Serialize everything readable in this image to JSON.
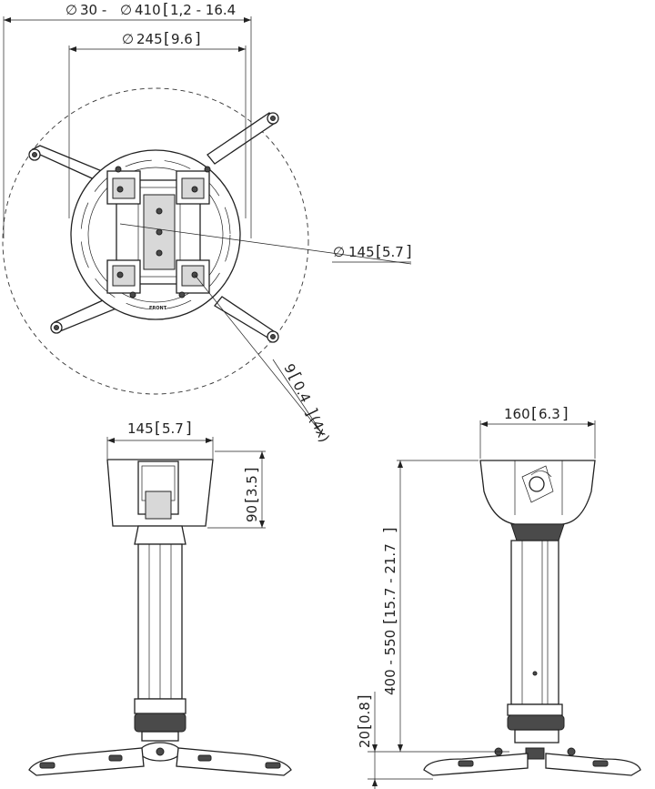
{
  "dimensions": {
    "top_outer_diameter": {
      "symbol": "∅",
      "value": "30 - ",
      "symbol2": "∅",
      "value2": "410",
      "alt": "1,2 - 16.4"
    },
    "top_plate_diameter": {
      "symbol": "∅",
      "value": "245",
      "alt": "9.6"
    },
    "hole_circle_diameter": {
      "symbol": "∅",
      "value": "145",
      "alt": "5.7"
    },
    "hole_size": {
      "value": "9",
      "alt": "0.4",
      "count": "(4x)"
    },
    "front_width": {
      "value": "145",
      "alt": "5.7"
    },
    "cup_height": {
      "value": "90",
      "alt": "3.5"
    },
    "side_width": {
      "value": "160",
      "alt": "6.3"
    },
    "pole_length": {
      "value": "400 - 550",
      "alt": "15.7 - 21.7"
    },
    "base_height": {
      "value": "20",
      "alt": "0.8"
    }
  },
  "labels": {
    "front_mark": "FRONT"
  }
}
